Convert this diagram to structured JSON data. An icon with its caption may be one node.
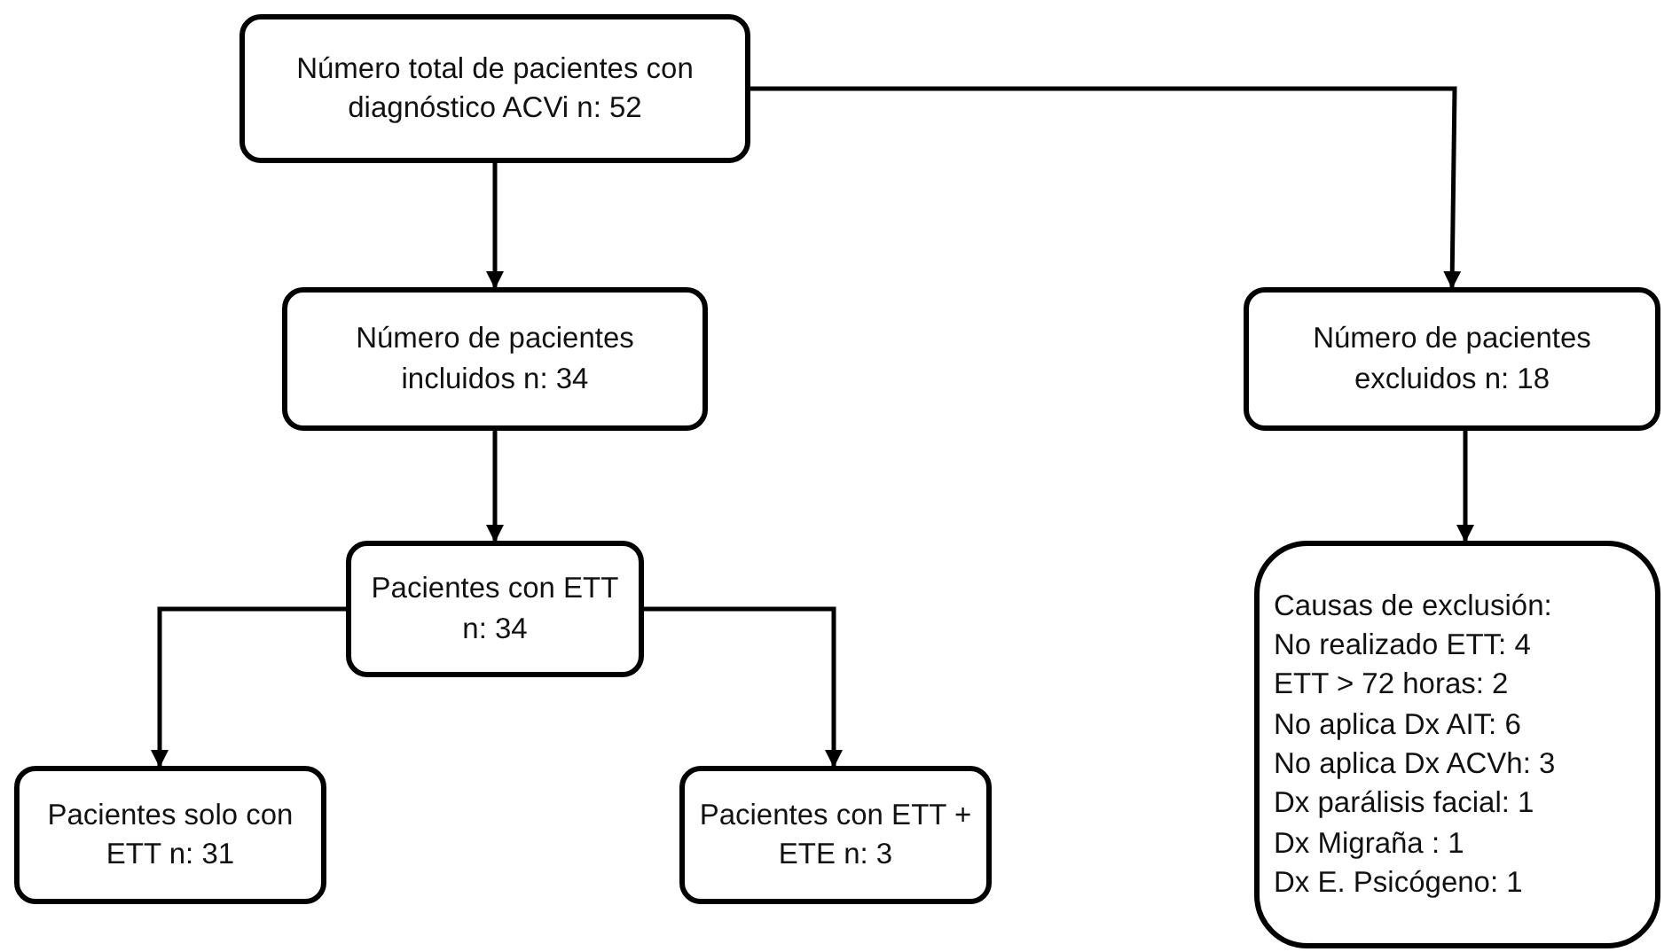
{
  "diagram": {
    "nodes": [
      {
        "text": [
          "Número total de pacientes con diagnóstico ACVi n: 52"
        ]
      },
      {
        "text": [
          "Número de pacientes incluidos n: 34"
        ]
      },
      {
        "text": [
          "Número de pacientes excluidos n: 18"
        ]
      },
      {
        "text": [
          "Pacientes con ETT n: 34"
        ]
      },
      {
        "text": [
          "Pacientes solo con ETT n: 31"
        ]
      },
      {
        "text": [
          "Pacientes con ETT + ETE n: 3"
        ]
      },
      {
        "text": [
          "Causas de exclusión:",
          "No realizado ETT: 4",
          "ETT > 72 horas: 2",
          "No aplica Dx AIT: 6",
          "No aplica Dx ACVh: 3",
          "Dx parálisis facial: 1",
          "Dx Migraña : 1",
          "Dx E. Psicógeno: 1"
        ]
      }
    ],
    "edges": [
      {
        "from": 0,
        "to": 1,
        "arrow": "to"
      },
      {
        "from": 0,
        "to": 2,
        "arrow": "to"
      },
      {
        "from": 1,
        "to": 3,
        "arrow": "to"
      },
      {
        "from": 2,
        "to": 6,
        "arrow": "to"
      },
      {
        "from": 3,
        "to": 4,
        "arrow": "to"
      },
      {
        "from": 3,
        "to": 5,
        "arrow": "to"
      }
    ]
  }
}
